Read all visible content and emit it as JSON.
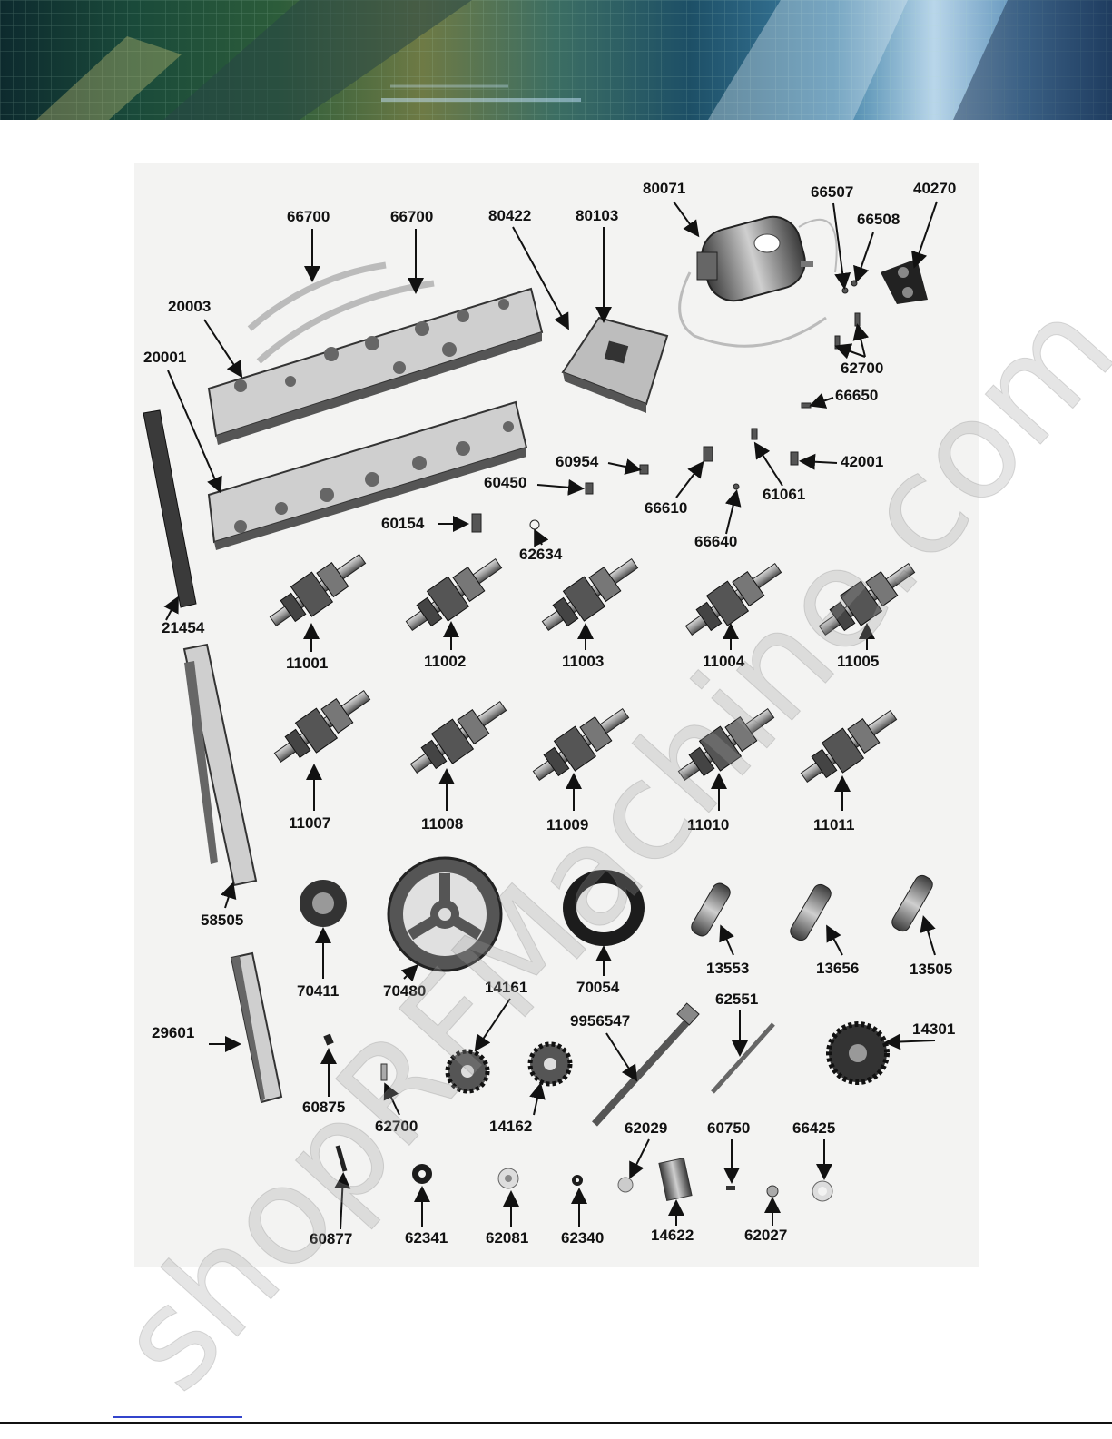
{
  "watermark": "shopRFMachine.com",
  "colors": {
    "banner_teal": "#1a4a3a",
    "banner_blue": "#3d7fa5",
    "paper": "#f3f3f2",
    "ink": "#111111"
  },
  "parts": {
    "p66700a": "66700",
    "p66700b": "66700",
    "p80422": "80422",
    "p80103": "80103",
    "p80071": "80071",
    "p66507": "66507",
    "p40270": "40270",
    "p66508": "66508",
    "p20003": "20003",
    "p20001": "20001",
    "p62700a": "62700",
    "p66650": "66650",
    "p60954": "60954",
    "p42001": "42001",
    "p60450": "60450",
    "p66610": "66610",
    "p61061": "61061",
    "p60154": "60154",
    "p62634": "62634",
    "p66640": "66640",
    "p21454": "21454",
    "p11001": "11001",
    "p11002": "11002",
    "p11003": "11003",
    "p11004": "11004",
    "p11005": "11005",
    "p11007": "11007",
    "p11008": "11008",
    "p11009": "11009",
    "p11010": "11010",
    "p11011": "11011",
    "p58505": "58505",
    "p70411": "70411",
    "p70480": "70480",
    "p70054": "70054",
    "p13553": "13553",
    "p13656": "13656",
    "p13505": "13505",
    "p14161": "14161",
    "p9956547": "9956547",
    "p62551": "62551",
    "p14301": "14301",
    "p29601": "29601",
    "p60875": "60875",
    "p62700b": "62700",
    "p14162": "14162",
    "p62029": "62029",
    "p60750": "60750",
    "p66425": "66425",
    "p60877": "60877",
    "p62341": "62341",
    "p62081": "62081",
    "p62340": "62340",
    "p14622": "14622",
    "p62027": "62027"
  }
}
